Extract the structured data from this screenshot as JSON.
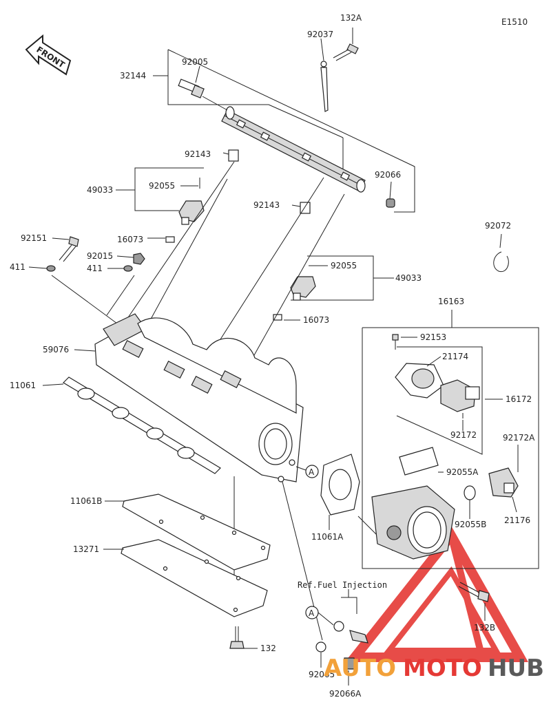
{
  "diagram": {
    "code": "E1510",
    "front_label": "FRONT",
    "ref_note": "Ref.Fuel Injection",
    "callout_letter": "A",
    "parts": {
      "p132A": "132A",
      "p92037": "92037",
      "p92005": "92005",
      "p32144": "32144",
      "p92143a": "92143",
      "p92143b": "92143",
      "p49033a": "49033",
      "p49033b": "49033",
      "p92055a": "92055",
      "p92055b": "92055",
      "p92066": "92066",
      "p92072": "92072",
      "p92151": "92151",
      "p16073a": "16073",
      "p16073b": "16073",
      "p92015": "92015",
      "p411a": "411",
      "p411b": "411",
      "p59076": "59076",
      "p11061": "11061",
      "p16163": "16163",
      "p92153": "92153",
      "p21174": "21174",
      "p16172": "16172",
      "p92172": "92172",
      "p92172A": "92172A",
      "p92055A": "92055A",
      "p92055B": "92055B",
      "p21176": "21176",
      "p11061A": "11061A",
      "p11061B": "11061B",
      "p13271": "13271",
      "p132B": "132B",
      "p132": "132",
      "p92065": "92065",
      "p92066A": "92066A"
    }
  },
  "watermark": {
    "brand_part1": "AUTO",
    "brand_part2": "MOTO",
    "brand_part3": "HUB",
    "color_red": "#e53935",
    "color_orange": "#f2a13a",
    "color_gray": "#5a5a5a"
  }
}
